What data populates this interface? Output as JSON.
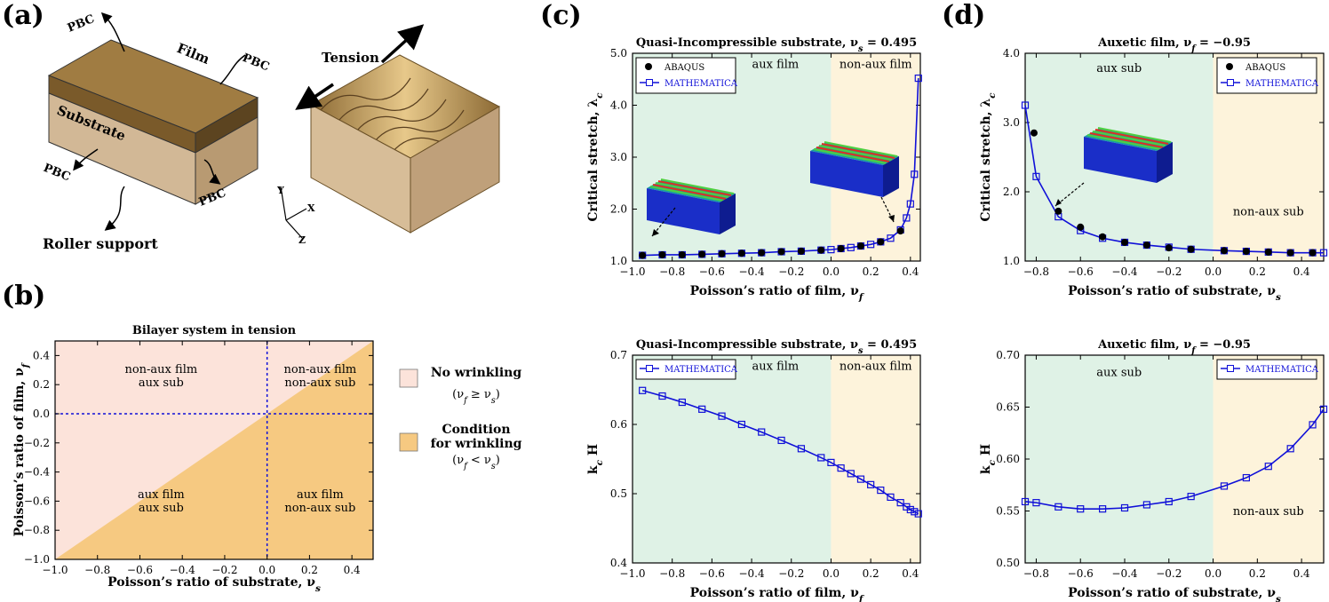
{
  "panels": {
    "a": "(a)",
    "b": "(b)",
    "c": "(c)",
    "d": "(d)"
  },
  "schematic": {
    "film": "Film",
    "substrate": "Substrate",
    "pbc": "PBC",
    "roller": "Roller support",
    "tension": "Tension",
    "axis_x": "X",
    "axis_y": "Y",
    "axis_z": "Z"
  },
  "chart_data": [
    {
      "id": "b",
      "type": "area",
      "title": "Bilayer system in tension",
      "xlabel": "Poisson’s ratio of substrate, ν_s",
      "ylabel": "Poisson’s ratio of film, ν_f",
      "xlim": [
        -1.0,
        0.5
      ],
      "ylim": [
        -1.0,
        0.5
      ],
      "xticks": [
        "−1.0",
        "−0.8",
        "−0.6",
        "−0.4",
        "−0.2",
        "0.0",
        "0.2",
        "0.4"
      ],
      "yticks": [
        "−1.0",
        "−0.8",
        "−0.6",
        "−0.4",
        "−0.2",
        "0.0",
        "0.2",
        "0.4"
      ],
      "xtick_values": [
        -1.0,
        -0.8,
        -0.6,
        -0.4,
        -0.2,
        0.0,
        0.2,
        0.4
      ],
      "ytick_values": [
        -1.0,
        -0.8,
        -0.6,
        -0.4,
        -0.2,
        0.0,
        0.2,
        0.4
      ],
      "regions": [
        {
          "name": "No wrinkling",
          "condition": "(ν_f ≥ ν_s)",
          "color": "#fce3da"
        },
        {
          "name": "Condition for wrinkling",
          "condition": "(ν_f < ν_s)",
          "color": "#f6c981"
        }
      ],
      "legend": [
        {
          "line1": "No wrinkling",
          "line2": "",
          "cond": "(ν_f ≥ ν_s)",
          "color": "#fce3da"
        },
        {
          "line1": "Condition",
          "line2": "for wrinkling",
          "cond": "(ν_f < ν_s)",
          "color": "#f6c981"
        }
      ],
      "quadrant_labels": [
        {
          "l1": "non-aux film",
          "l2": "aux sub",
          "x": -0.5,
          "y": 0.28
        },
        {
          "l1": "non-aux film",
          "l2": "non-aux sub",
          "x": 0.25,
          "y": 0.28
        },
        {
          "l1": "aux film",
          "l2": "aux sub",
          "x": -0.5,
          "y": -0.58
        },
        {
          "l1": "aux film",
          "l2": "non-aux sub",
          "x": 0.25,
          "y": -0.58
        }
      ],
      "boundary": "ν_f = ν_s",
      "dashed_lines": {
        "x": 0.0,
        "y": 0.0
      }
    },
    {
      "id": "c1",
      "type": "line",
      "title": "Quasi-Incompressible substrate, ν_s = 0.495",
      "xlabel": "Poisson’s ratio of film, ν_f",
      "ylabel": "Critical stretch, λ_c",
      "xlim": [
        -1.0,
        0.45
      ],
      "ylim": [
        1.0,
        5.0
      ],
      "xtick_values": [
        -1.0,
        -0.8,
        -0.6,
        -0.4,
        -0.2,
        0.0,
        0.2,
        0.4
      ],
      "xticks": [
        "−1.0",
        "−0.8",
        "−0.6",
        "−0.4",
        "−0.2",
        "0.0",
        "0.2",
        "0.4"
      ],
      "ytick_values": [
        1.0,
        2.0,
        3.0,
        4.0,
        5.0
      ],
      "yticks": [
        "1.0",
        "2.0",
        "3.0",
        "4.0",
        "5.0"
      ],
      "bands": [
        {
          "label": "aux film",
          "from": -1.0,
          "to": 0.0,
          "color": "#dff2e6"
        },
        {
          "label": "non-aux film",
          "from": 0.0,
          "to": 0.45,
          "color": "#fdf3db"
        }
      ],
      "series": [
        {
          "name": "MATHEMATICA",
          "kind": "line-square",
          "color": "#1010d8",
          "x": [
            -0.95,
            -0.85,
            -0.75,
            -0.65,
            -0.55,
            -0.45,
            -0.35,
            -0.25,
            -0.15,
            -0.05,
            0.0,
            0.05,
            0.1,
            0.15,
            0.2,
            0.25,
            0.3,
            0.35,
            0.38,
            0.4,
            0.42,
            0.44
          ],
          "y": [
            1.11,
            1.12,
            1.12,
            1.13,
            1.14,
            1.15,
            1.16,
            1.18,
            1.19,
            1.21,
            1.22,
            1.24,
            1.26,
            1.29,
            1.32,
            1.37,
            1.44,
            1.6,
            1.83,
            2.1,
            2.67,
            4.52
          ]
        },
        {
          "name": "ABAQUS",
          "kind": "dot",
          "color": "#000000",
          "x": [
            -0.95,
            -0.85,
            -0.75,
            -0.65,
            -0.55,
            -0.45,
            -0.35,
            -0.25,
            -0.15,
            -0.05,
            0.05,
            0.15,
            0.25,
            0.35
          ],
          "y": [
            1.11,
            1.12,
            1.12,
            1.13,
            1.14,
            1.15,
            1.16,
            1.18,
            1.19,
            1.21,
            1.24,
            1.29,
            1.37,
            1.58
          ]
        }
      ]
    },
    {
      "id": "d1",
      "type": "line",
      "title": "Auxetic film, ν_f = −0.95",
      "xlabel": "Poisson’s ratio of substrate, ν_s",
      "ylabel": "Critical stretch, λ_c",
      "xlim": [
        -0.85,
        0.5
      ],
      "ylim": [
        1.0,
        4.0
      ],
      "xtick_values": [
        -0.8,
        -0.6,
        -0.4,
        -0.2,
        0.0,
        0.2,
        0.4
      ],
      "xticks": [
        "−0.8",
        "−0.6",
        "−0.4",
        "−0.2",
        "0.0",
        "0.2",
        "0.4"
      ],
      "ytick_values": [
        1.0,
        2.0,
        3.0,
        4.0
      ],
      "yticks": [
        "1.0",
        "2.0",
        "3.0",
        "4.0"
      ],
      "bands": [
        {
          "label": "aux sub",
          "from": -0.85,
          "to": 0.0,
          "color": "#dff2e6"
        },
        {
          "label": "non-aux sub",
          "from": 0.0,
          "to": 0.5,
          "color": "#fdf3db"
        }
      ],
      "series": [
        {
          "name": "MATHEMATICA",
          "kind": "line-square",
          "color": "#1010d8",
          "x": [
            -0.85,
            -0.8,
            -0.7,
            -0.6,
            -0.5,
            -0.4,
            -0.3,
            -0.2,
            -0.1,
            0.05,
            0.15,
            0.25,
            0.35,
            0.45,
            0.5
          ],
          "y": [
            3.25,
            2.22,
            1.64,
            1.44,
            1.33,
            1.27,
            1.23,
            1.2,
            1.17,
            1.15,
            1.14,
            1.13,
            1.12,
            1.12,
            1.12
          ]
        },
        {
          "name": "ABAQUS",
          "kind": "dot",
          "color": "#000000",
          "x": [
            -0.81,
            -0.7,
            -0.6,
            -0.5,
            -0.4,
            -0.3,
            -0.2,
            -0.1,
            0.05,
            0.15,
            0.25,
            0.35,
            0.45
          ],
          "y": [
            2.85,
            1.72,
            1.49,
            1.35,
            1.27,
            1.23,
            1.19,
            1.17,
            1.15,
            1.14,
            1.13,
            1.12,
            1.12
          ]
        }
      ]
    },
    {
      "id": "c2",
      "type": "line",
      "title": "Quasi-Incompressible substrate, ν_s = 0.495",
      "xlabel": "Poisson’s ratio of film, ν_f",
      "ylabel": "k_c H",
      "xlim": [
        -1.0,
        0.45
      ],
      "ylim": [
        0.4,
        0.7
      ],
      "xtick_values": [
        -1.0,
        -0.8,
        -0.6,
        -0.4,
        -0.2,
        0.0,
        0.2,
        0.4
      ],
      "xticks": [
        "−1.0",
        "−0.8",
        "−0.6",
        "−0.4",
        "−0.2",
        "0.0",
        "0.2",
        "0.4"
      ],
      "ytick_values": [
        0.4,
        0.5,
        0.6,
        0.7
      ],
      "yticks": [
        "0.4",
        "0.5",
        "0.6",
        "0.7"
      ],
      "bands": [
        {
          "label": "aux film",
          "from": -1.0,
          "to": 0.0,
          "color": "#dff2e6"
        },
        {
          "label": "non-aux film",
          "from": 0.0,
          "to": 0.45,
          "color": "#fdf3db"
        }
      ],
      "series": [
        {
          "name": "MATHEMATICA",
          "kind": "line-square",
          "color": "#1010d8",
          "x": [
            -0.95,
            -0.85,
            -0.75,
            -0.65,
            -0.55,
            -0.45,
            -0.35,
            -0.25,
            -0.15,
            -0.05,
            0.0,
            0.05,
            0.1,
            0.15,
            0.2,
            0.25,
            0.3,
            0.35,
            0.38,
            0.4,
            0.42,
            0.44
          ],
          "y": [
            0.649,
            0.641,
            0.632,
            0.622,
            0.612,
            0.6,
            0.589,
            0.577,
            0.565,
            0.552,
            0.545,
            0.537,
            0.529,
            0.521,
            0.513,
            0.505,
            0.495,
            0.487,
            0.481,
            0.477,
            0.474,
            0.471
          ]
        }
      ]
    },
    {
      "id": "d2",
      "type": "line",
      "title": "Auxetic film, ν_f = −0.95",
      "xlabel": "Poisson’s ratio of substrate, ν_s",
      "ylabel": "k_c H",
      "xlim": [
        -0.85,
        0.5
      ],
      "ylim": [
        0.5,
        0.7
      ],
      "xtick_values": [
        -0.8,
        -0.6,
        -0.4,
        -0.2,
        0.0,
        0.2,
        0.4
      ],
      "xticks": [
        "−0.8",
        "−0.6",
        "−0.4",
        "−0.2",
        "0.0",
        "0.2",
        "0.4"
      ],
      "ytick_values": [
        0.5,
        0.55,
        0.6,
        0.65,
        0.7
      ],
      "yticks": [
        "0.50",
        "0.55",
        "0.60",
        "0.65",
        "0.70"
      ],
      "bands": [
        {
          "label": "aux sub",
          "from": -0.85,
          "to": 0.0,
          "color": "#dff2e6"
        },
        {
          "label": "non-aux sub",
          "from": 0.0,
          "to": 0.5,
          "color": "#fdf3db"
        }
      ],
      "series": [
        {
          "name": "MATHEMATICA",
          "kind": "line-square",
          "color": "#1010d8",
          "x": [
            -0.85,
            -0.8,
            -0.7,
            -0.6,
            -0.5,
            -0.4,
            -0.3,
            -0.2,
            -0.1,
            0.05,
            0.15,
            0.25,
            0.35,
            0.45,
            0.5
          ],
          "y": [
            0.559,
            0.558,
            0.554,
            0.552,
            0.552,
            0.553,
            0.556,
            0.559,
            0.564,
            0.574,
            0.582,
            0.593,
            0.61,
            0.633,
            0.648
          ]
        }
      ]
    }
  ],
  "legend_labels": {
    "abaqus": "ABAQUS",
    "mathematica": "MATHEMATICA"
  }
}
